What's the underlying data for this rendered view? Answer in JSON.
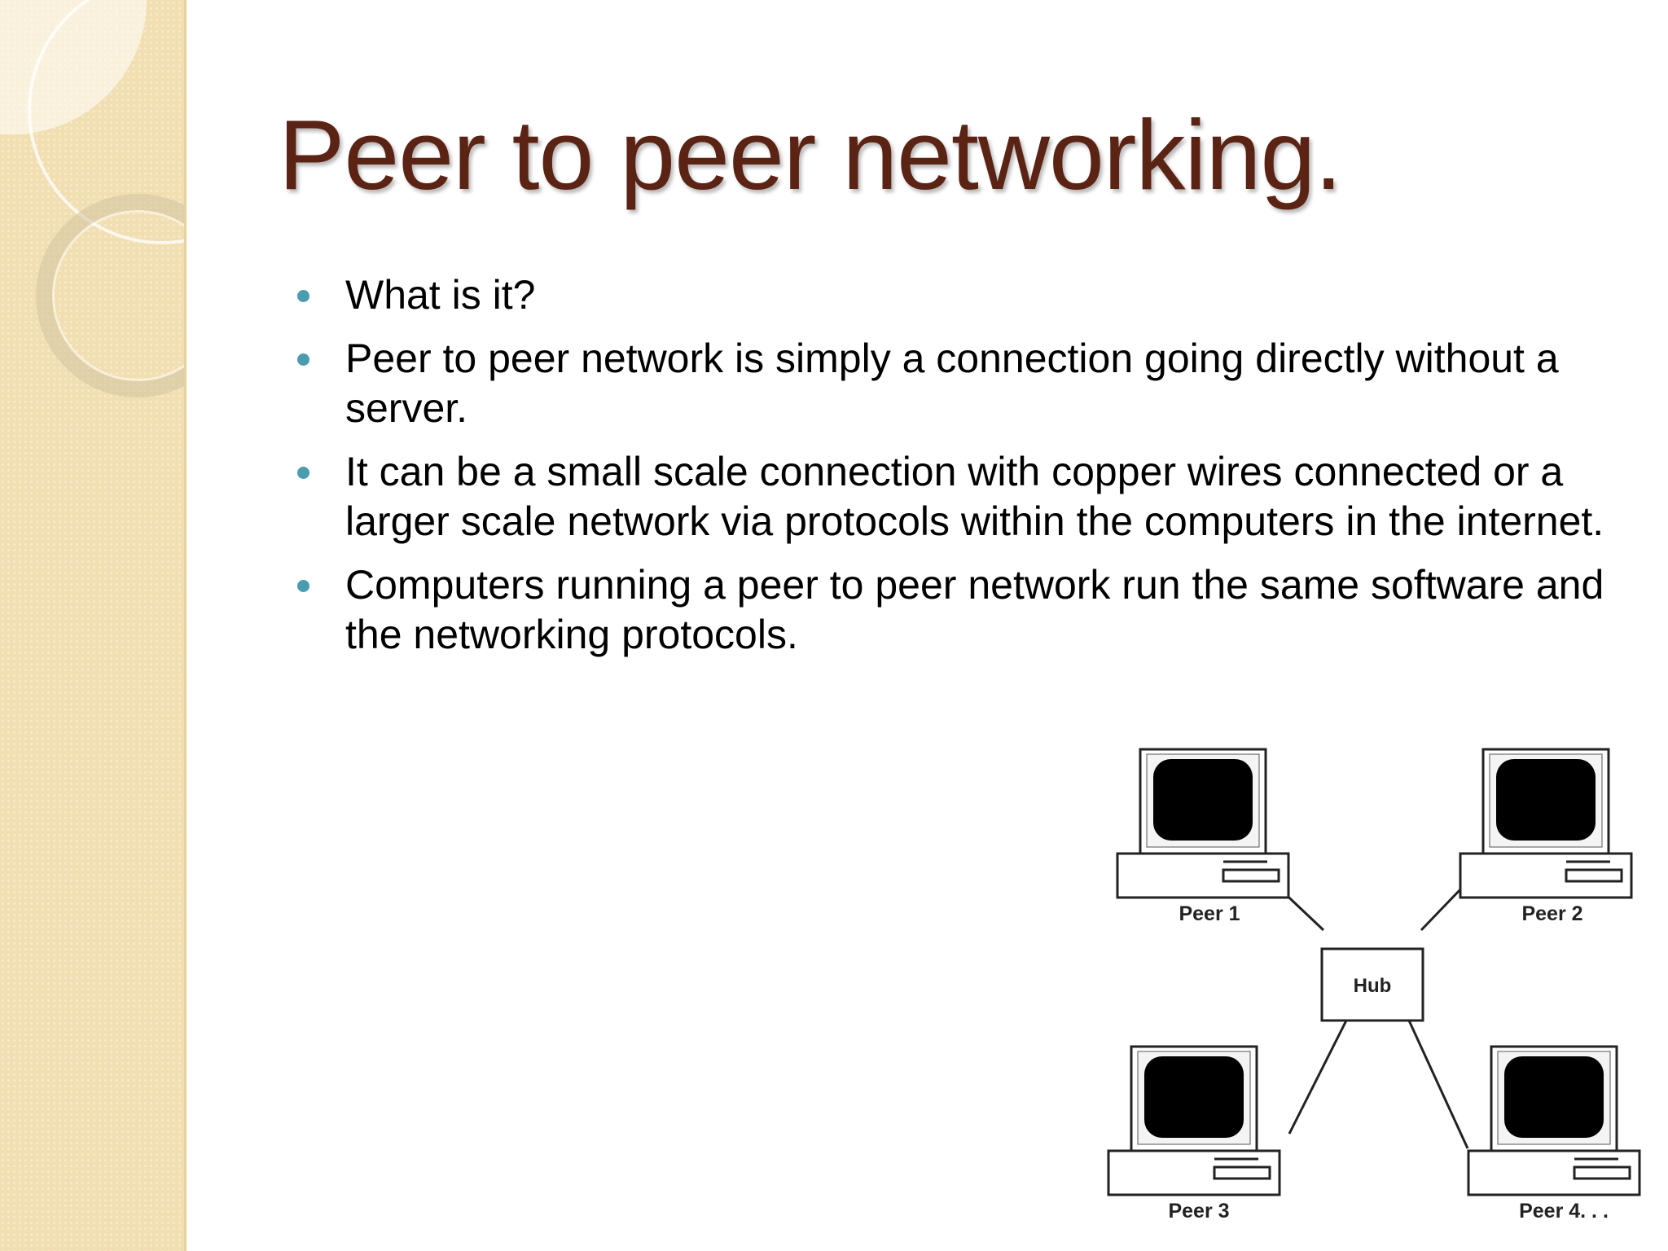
{
  "slide": {
    "title": "Peer to peer networking.",
    "bullets": [
      "What is it?",
      "Peer to peer network is simply a connection going directly without a server.",
      "It can be a small scale connection with copper wires connected or a larger scale network via protocols within the computers in the internet.",
      "Computers running a peer to peer network run the same software and the networking protocols."
    ]
  },
  "diagram": {
    "hub_label": "Hub",
    "peers": [
      "Peer 1",
      "Peer 2",
      "Peer 3",
      "Peer 4. . ."
    ]
  },
  "colors": {
    "title": "#5b2314",
    "bullet_dot": "#4b9cb0",
    "side_band": "#f1dfb2"
  }
}
